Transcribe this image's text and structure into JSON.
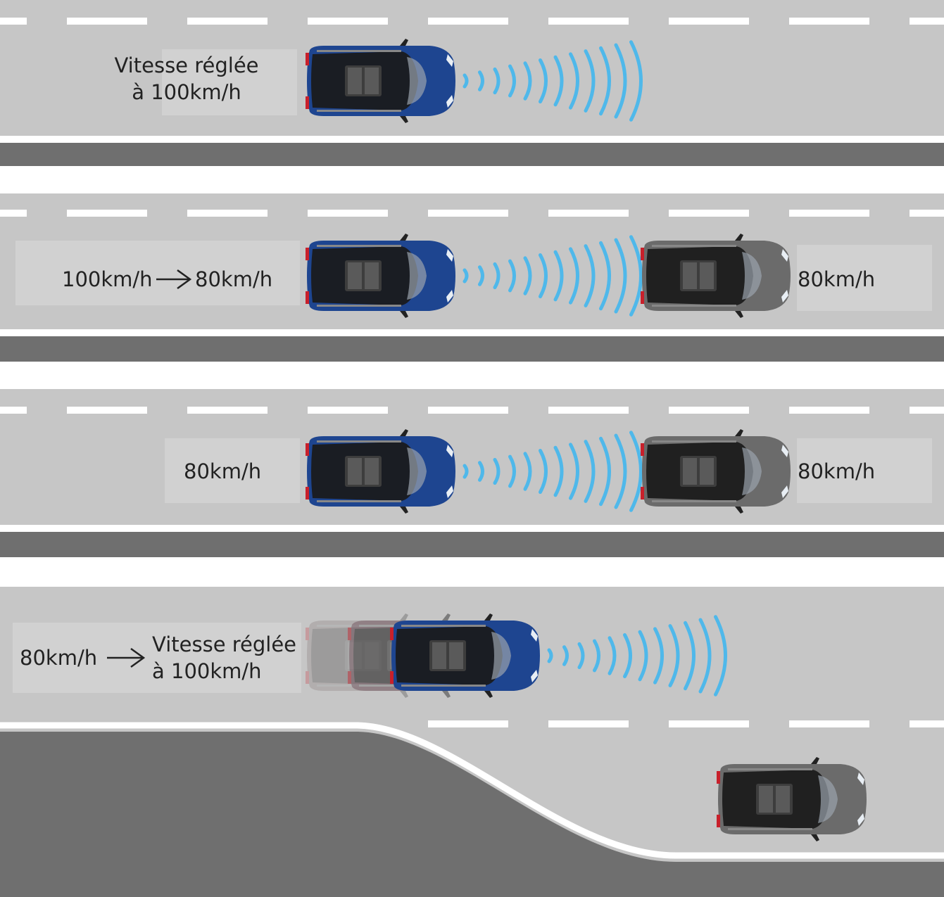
{
  "colors": {
    "road": "#c6c6c6",
    "asphalt": "#6f6f6f",
    "marking": "#ffffff",
    "label_box": "#d1d1d1",
    "ego_car": "#1e4590",
    "lead_car": "#6b6b6b",
    "radar": "#4fb8ea",
    "text": "#222222"
  },
  "icons": {
    "ego_car": "blue-car-icon",
    "lead_car": "grey-car-icon",
    "radar": "radar-waves-icon",
    "arrow": "right-arrow-icon"
  },
  "scenes": [
    {
      "id": "scene-1",
      "set_speed_line1": "Vitesse réglée",
      "set_speed_line2": "à 100km/h"
    },
    {
      "id": "scene-2",
      "ego_from": "100km/h",
      "ego_to": "80km/h",
      "lead_speed": "80km/h"
    },
    {
      "id": "scene-3",
      "ego_speed": "80km/h",
      "lead_speed": "80km/h"
    },
    {
      "id": "scene-4",
      "ego_from": "80km/h",
      "resume_line1": "Vitesse réglée",
      "resume_line2": "à 100km/h"
    }
  ]
}
